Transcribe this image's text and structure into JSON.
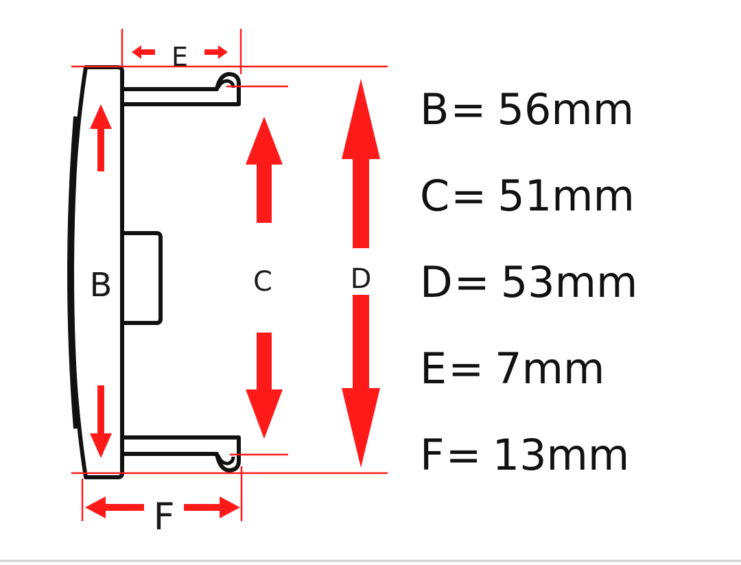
{
  "diagram_labels": {
    "b": "B",
    "c": "C",
    "d": "D",
    "e": "E",
    "f": "F"
  },
  "dimensions": [
    {
      "letter": "B",
      "value": "56mm"
    },
    {
      "letter": "C",
      "value": "51mm"
    },
    {
      "letter": "D",
      "value": "53mm"
    },
    {
      "letter": "E",
      "value": "7mm"
    },
    {
      "letter": "F",
      "value": "13mm"
    }
  ],
  "colors": {
    "accent": "#ff1a1a",
    "stroke": "#111111",
    "background": "#ffffff"
  }
}
